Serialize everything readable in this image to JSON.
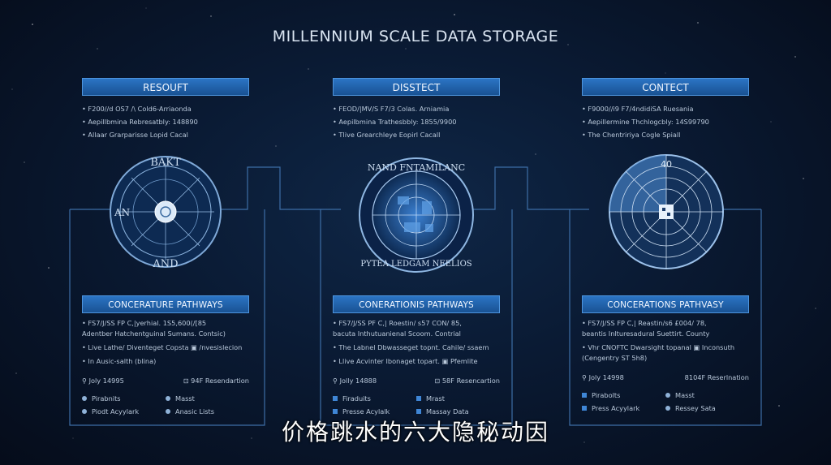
{
  "title": "MILLENNIUM SCALE DATA STORAGE",
  "panels": [
    {
      "header": "RESOUFT",
      "lines": [
        "• F200//d OS7 /\\ Cold6-Arriaonda",
        "• Aepillbmina Rebresatbly: 148890",
        "• Allaar Grarparisse Lopid Cacal"
      ],
      "emblem_text": [
        "BAKT",
        "AN",
        "AND"
      ],
      "section_header": "CONCERATURE PATHWAYS",
      "section_lines": [
        "• FS7/J/SS FP C,|yerhial. 1S5,600(/[85",
        "  Adentber Hatchentguinal Sumans. Contsic)",
        "• Live Lathe/ Diventeget Copsta  ▣  /nvesislecion",
        "• In Ausic-salth (blina)"
      ],
      "stat_left": "⚲ Joly 14995",
      "stat_right": "⊡ 94F Resendartion",
      "items": [
        "Pirabnits",
        "Masst",
        "Piodt Acyylark",
        "Anasic Lists"
      ]
    },
    {
      "header": "DISSTECT",
      "lines": [
        "• FEOD/|MV/S F7/3 Colas. Arniamia",
        "• Aepilbmina Trathesbbly: 1855/9900",
        "• Tlive Grearchleye Eopirl Cacall"
      ],
      "emblem_text": [
        "NAND FNTAMILANC",
        "PYTEA LEDGAM NEELIOS"
      ],
      "section_header": "CONERATIONIS PATHWAYS",
      "section_lines": [
        "• FS7/J/SS PF C,| Roestin/ s57 CON/ 85,",
        "  bacuta Inthutuanienal Scoom. Contrial",
        "• The Labnel Dbwasseget topnt. Cahile/ ssaem",
        "• Llive Acvinter Ibonaget topart.  ▣  Pfemlite"
      ],
      "stat_left": "⚲ Jolly 14888",
      "stat_right": "⊡ 58F Resencartion",
      "items": [
        "Firaduits",
        "Mrast",
        "Presse Acylalk",
        "Massay Data"
      ]
    },
    {
      "header": "CONTECT",
      "lines": [
        "• F9000//i9 F7/4ndidiSA Ruesania",
        "• Aepillermine Thchlogcbly: 14S99790",
        "• The Chentririya Cogle Spiall"
      ],
      "emblem_text": [
        "40"
      ],
      "section_header": "CONCERATIONS PATHVASY",
      "section_lines": [
        "• FS7/J/SS FP C,| Reastin/s6 £004/ 78,",
        "  beantis Inlturesadural Suettirt. County",
        "• Vhr CNOFTC Dwarsight topanal  ▣  Inconsuth",
        "  (Cengentry  ST 5h8)"
      ],
      "stat_left": "⚲ Joly 14998",
      "stat_right": "8104F Reserlnation",
      "items": [
        "Pirabolts",
        "Masst",
        "Press Acyylark",
        "Ressey Sata"
      ]
    }
  ],
  "subtitle": "价格跳水的六大隐秘动因",
  "colors": {
    "accent": "#2b74c4",
    "line": "#3d6ea6",
    "background": "#0a1a33"
  }
}
